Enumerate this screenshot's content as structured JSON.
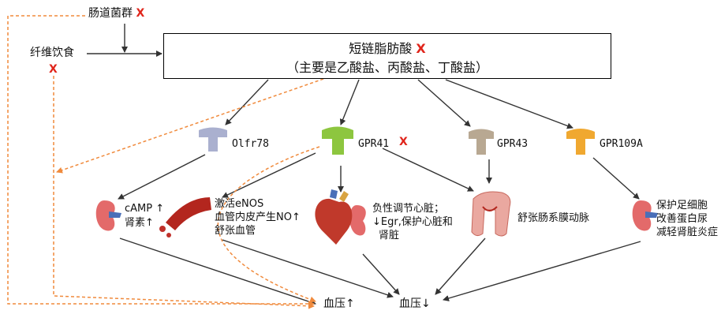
{
  "top": {
    "gut_flora": "肠道菌群",
    "diet": "纤维饮食",
    "x_mark": "X"
  },
  "scfa_box": {
    "title": "短链脂肪酸",
    "subtitle": "（主要是乙酸盐、丙酸盐、丁酸盐）"
  },
  "receptors": [
    {
      "name": "Olfr78",
      "color": "#aab0cf"
    },
    {
      "name": "GPR41",
      "color": "#8dc63f"
    },
    {
      "name": "GPR43",
      "color": "#b8a892"
    },
    {
      "name": "GPR109A",
      "color": "#f0a830"
    }
  ],
  "effects": {
    "olfr78": [
      "cAMP ↑",
      "肾素↑"
    ],
    "vessel": [
      "激活eNOS",
      "血管内皮产生NO↑",
      "舒张血管"
    ],
    "heart": [
      "负性调节心脏；",
      "↓Egr,保护心脏和",
      "肾脏"
    ],
    "gpr43": [
      "舒张肠系膜动脉"
    ],
    "gpr109a": [
      "保护足细胞",
      "改善蛋白尿",
      "减轻肾脏炎症"
    ]
  },
  "outcomes": {
    "bp_up": "血压↑",
    "bp_down": "血压↓"
  },
  "colors": {
    "red_x": "#e0251b",
    "dashed": "#f08a3c",
    "arrow": "#333333"
  }
}
